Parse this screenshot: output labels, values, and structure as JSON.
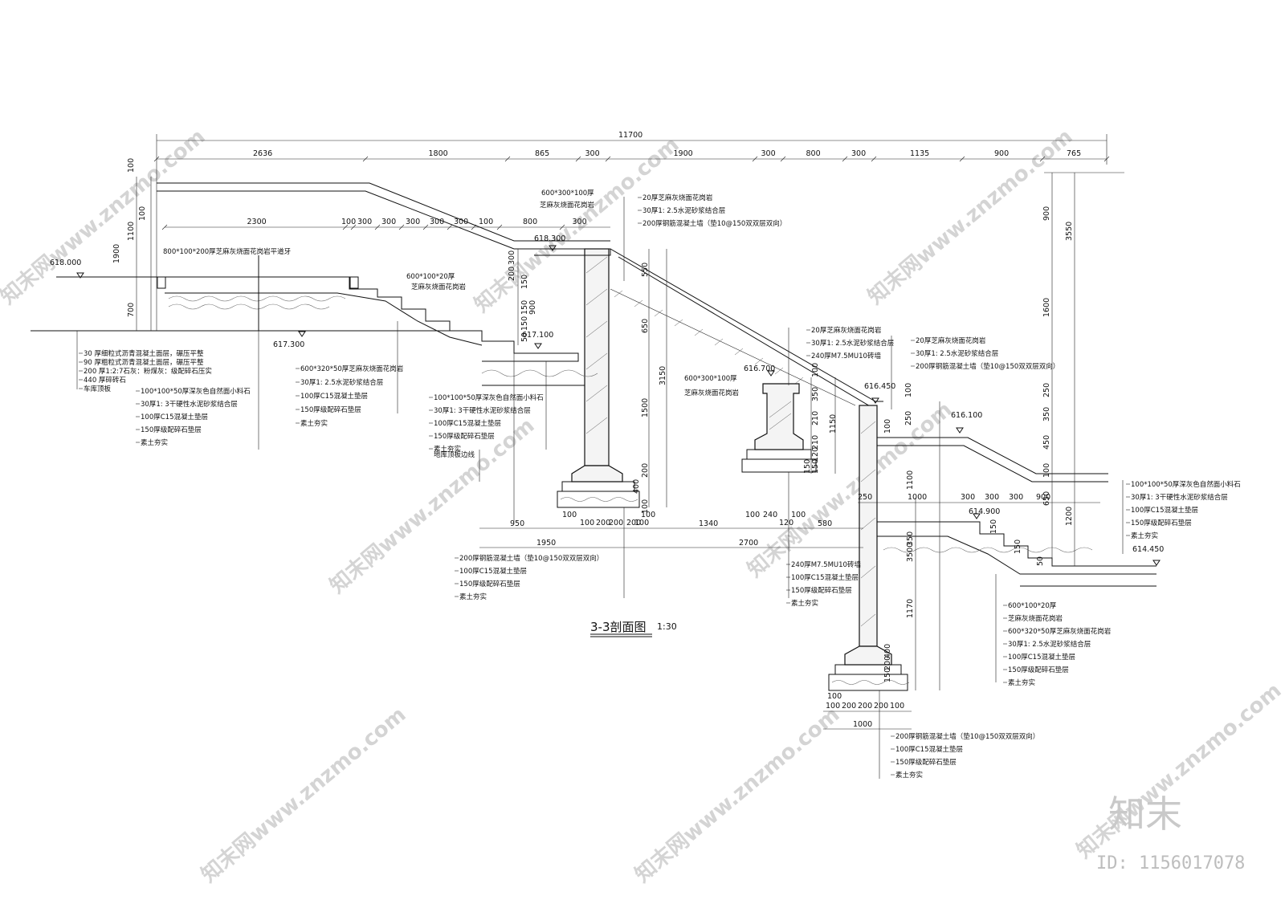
{
  "title": "3-3剖面图",
  "scale": "1:30",
  "brand": "知末",
  "id_text": "ID: 1156017078",
  "watermark": "知末网www.znzmo.com",
  "overall_dim": "11700",
  "top_dims": [
    "2636",
    "1800",
    "865",
    "300",
    "1900",
    "300",
    "800",
    "300",
    "1135",
    "900",
    "765"
  ],
  "second_dims": [
    "2300",
    "100",
    "300",
    "300",
    "300",
    "300",
    "300",
    "100",
    "800",
    "300"
  ],
  "left_vdims": [
    "100",
    "1100",
    "1900",
    "700",
    "100"
  ],
  "elevations": [
    "618.000",
    "617.300",
    "618.300",
    "617.100",
    "616.700",
    "616.450",
    "616.100",
    "614.900",
    "614.450"
  ],
  "wall1_vdims": [
    "300",
    "200",
    "150",
    "150",
    "900",
    "150",
    "50"
  ],
  "wall1_tall": [
    "550",
    "650",
    "1500",
    "200",
    "400",
    "3150",
    "100"
  ],
  "mid_vdims": [
    "100",
    "350",
    "210",
    "210",
    "120",
    "150",
    "150",
    "1150"
  ],
  "right_vdims": [
    "900",
    "1600",
    "3550",
    "250",
    "350",
    "450",
    "100",
    "650",
    "1200"
  ],
  "right2_vdims": [
    "100",
    "250",
    "100",
    "1100",
    "350",
    "3500",
    "1170",
    "400",
    "200",
    "150"
  ],
  "right_hdims": [
    "250",
    "1000",
    "300",
    "300",
    "300",
    "900"
  ],
  "right_step_v": [
    "150",
    "150",
    "50"
  ],
  "bottom_row1": [
    "100",
    "100",
    "200",
    "200",
    "200",
    "100",
    "100"
  ],
  "bottom_row2": [
    "950",
    "1950",
    "1340",
    "100",
    "240",
    "120",
    "100",
    "580",
    "2700"
  ],
  "footing_dims": [
    "100",
    "100",
    "200",
    "200",
    "200",
    "100",
    "1000"
  ],
  "labels": {
    "curb": "800*100*200厚芝麻灰烧面花岗岩平道牙",
    "step600": "600*100*20厚",
    "step600b": "芝麻灰烧面花岗岩",
    "cap600": "600*300*100厚",
    "cap600b": "芝麻灰烧面花岗岩",
    "cap600_mid": "600*300*100厚",
    "cap600_midb": "芝麻灰烧面花岗岩",
    "ground_line": "地库顶板边线",
    "road": [
      "30 厚细粒式沥青混凝土面层，碾压平整",
      "90 厚粗粒式沥青混凝土面层，碾压平整",
      "200 厚1:2:7石灰：粉煤灰：级配碎石压实",
      "440 厚碎砖石",
      "车库顶板"
    ],
    "pave1": [
      "100*100*50厚深灰色自然面小料石",
      "30厚1: 3干硬性水泥砂浆结合层",
      "100厚C15混凝土垫层",
      "150厚级配碎石垫层",
      "素土夯实"
    ],
    "step1": [
      "600*320*50厚芝麻灰烧面花岗岩",
      "30厚1: 2.5水泥砂浆结合层",
      "100厚C15混凝土垫层",
      "150厚级配碎石垫层",
      "素土夯实"
    ],
    "pave2": [
      "100*100*50厚深灰色自然面小料石",
      "30厚1: 3干硬性水泥砂浆结合层",
      "100厚C15混凝土垫层",
      "150厚级配碎石垫层",
      "素土夯实"
    ],
    "wallTop1": [
      "20厚芝麻灰烧面花岗岩",
      "30厚1: 2.5水泥砂浆结合层",
      "200厚钢筋混凝土墙（垫10@150双双层双向）"
    ],
    "wallBot1": [
      "200厚钢筋混凝土墙（垫10@150双双层双向）",
      "100厚C15混凝土垫层",
      "150厚级配碎石垫层",
      "素土夯实"
    ],
    "midTop": [
      "20厚芝麻灰烧面花岗岩",
      "30厚1: 2.5水泥砂浆结合层",
      "240厚M7.5MU10砖墙"
    ],
    "midBot": [
      "240厚M7.5MU10砖墙",
      "100厚C15混凝土垫层",
      "150厚级配碎石垫层",
      "素土夯实"
    ],
    "wallTop2": [
      "20厚芝麻灰烧面花岗岩",
      "30厚1: 2.5水泥砂浆结合层",
      "200厚钢筋混凝土墙（垫10@150双双层双向）"
    ],
    "rightPave": [
      "100*100*50厚深灰色自然面小料石",
      "30厚1: 3干硬性水泥砂浆结合层",
      "100厚C15混凝土垫层",
      "150厚级配碎石垫层",
      "素土夯实"
    ],
    "rightStep": [
      "600*100*20厚",
      "芝麻灰烧面花岗岩",
      "600*320*50厚芝麻灰烧面花岗岩",
      "30厚1: 2.5水泥砂浆结合层",
      "100厚C15混凝土垫层",
      "150厚级配碎石垫层",
      "素土夯实"
    ],
    "wallBot2": [
      "200厚钢筋混凝土墙（垫10@150双双层双向）",
      "100厚C15混凝土垫层",
      "150厚级配碎石垫层",
      "素土夯实"
    ]
  }
}
